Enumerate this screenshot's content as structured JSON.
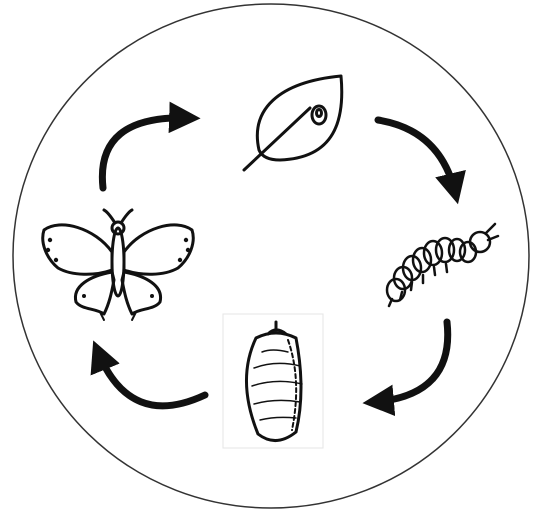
{
  "diagram": {
    "kind": "cycle",
    "stages": [
      {
        "name": "egg-on-leaf",
        "icon": "leaf-with-egg-icon"
      },
      {
        "name": "caterpillar",
        "icon": "caterpillar-icon"
      },
      {
        "name": "chrysalis",
        "icon": "chrysalis-icon"
      },
      {
        "name": "butterfly",
        "icon": "butterfly-icon"
      }
    ],
    "arrow_direction": "clockwise",
    "colors": {
      "line": "#111111",
      "background": "#ffffff",
      "circle": "#333333"
    }
  }
}
